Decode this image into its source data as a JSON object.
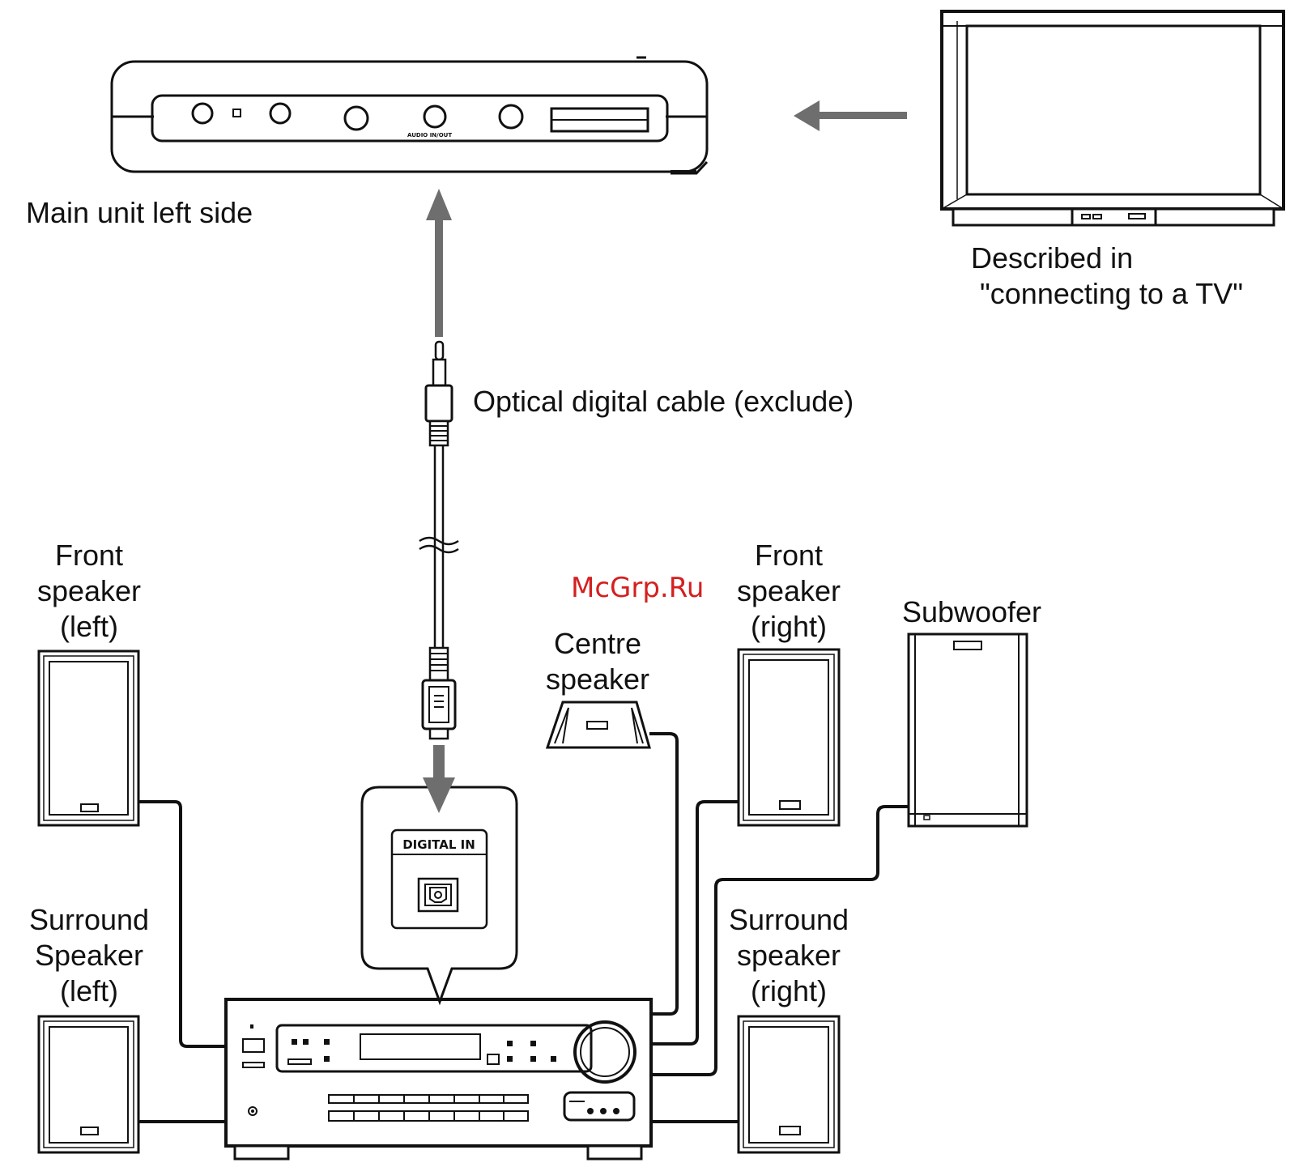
{
  "labels": {
    "main_unit": "Main unit left side",
    "tv_line1": "Described in",
    "tv_line2": "\"connecting to a TV\"",
    "cable": "Optical digital cable (exclude)",
    "front_left": [
      "Front",
      "speaker",
      "(left)"
    ],
    "front_right": [
      "Front",
      "speaker",
      "(right)"
    ],
    "centre": [
      "Centre",
      "speaker"
    ],
    "subwoofer": "Subwoofer",
    "surround_left": [
      "Surround",
      "Speaker",
      "(left)"
    ],
    "surround_right": [
      "Surround",
      "speaker",
      "(right)"
    ],
    "digital_in": "DIGITAL IN",
    "audio_in_out": "AUDIO IN/OUT"
  },
  "watermark": "McGrp.Ru",
  "colors": {
    "line": "#111111",
    "arrow": "#6e6e6e",
    "watermark": "#d42020"
  }
}
